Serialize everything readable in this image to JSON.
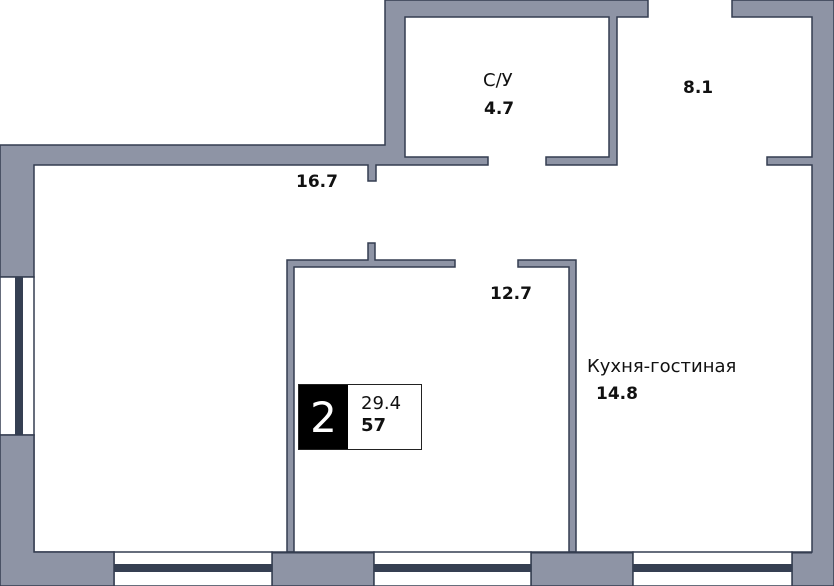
{
  "plan": {
    "colors": {
      "wall_fill": "#8e94a5",
      "wall_stroke": "#343d50",
      "window_glass": "#353f52",
      "background": "#ffffff"
    },
    "rooms": [
      {
        "id": "bathroom",
        "name": "С/У",
        "area": "4.7"
      },
      {
        "id": "hallway",
        "name": "",
        "area": "8.1"
      },
      {
        "id": "living",
        "name": "",
        "area": "16.7"
      },
      {
        "id": "bedroom",
        "name": "",
        "area": "12.7"
      },
      {
        "id": "kitchen",
        "name": "Кухня-гостиная",
        "area": "14.8"
      }
    ],
    "badge": {
      "rooms_count": "2",
      "living_area": "29.4",
      "total_area": "57"
    }
  }
}
